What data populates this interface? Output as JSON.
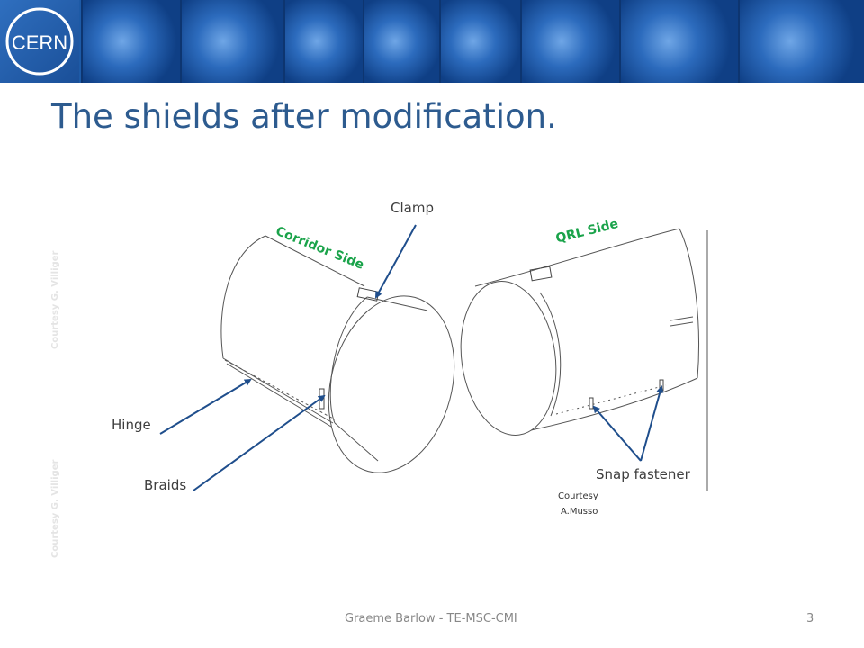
{
  "header": {
    "logo_text": "CERN",
    "title": "The shields after modification."
  },
  "labels": {
    "clamp": "Clamp",
    "corridor_side": "Corridor Side",
    "qrl_side": "QRL Side",
    "hinge": "Hinge",
    "braids": "Braids",
    "snap_fastener": "Snap fastener",
    "courtesy_line1": "Courtesy",
    "courtesy_line2": "A.Musso"
  },
  "watermarks": {
    "upper": "Courtesy G. Villiger",
    "lower": "Courtesy G. Villiger"
  },
  "footer": {
    "author": "Graeme Barlow - TE-MSC-CMI",
    "page_number": "3"
  },
  "colors": {
    "banner": "#1d5aa6",
    "title": "#2d5b8f",
    "side_label": "#1aa34a",
    "arrow": "#1f4e8c"
  }
}
